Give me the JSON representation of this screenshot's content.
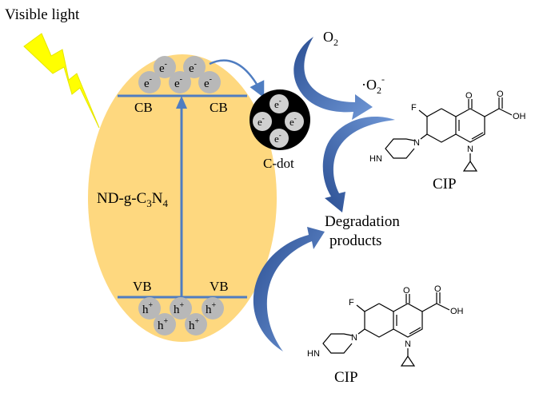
{
  "light_label": "Visible light",
  "catalyst": {
    "name_main": "ND-g-C",
    "name_sub1": "3",
    "name_mid": "N",
    "name_sub2": "4",
    "cb_left": "CB",
    "cb_right": "CB",
    "vb_left": "VB",
    "vb_right": "VB",
    "electron": "e",
    "electron_sup": "-",
    "hole": "h",
    "hole_sup": "+"
  },
  "cdot": {
    "label": "C-dot",
    "electron": "e",
    "electron_sup": "-"
  },
  "oxygen": {
    "o2_main": "O",
    "o2_sub": "2",
    "radical_pre": "·O",
    "radical_sub": "2",
    "radical_sup": "-"
  },
  "products": {
    "line1": "Degradation",
    "line2": "products"
  },
  "cip_label_top": "CIP",
  "cip_label_bottom": "CIP",
  "molecule_atoms": {
    "f": "F",
    "o": "O",
    "oh": "OH",
    "n": "N",
    "hn": "HN"
  },
  "colors": {
    "catalyst_fill": "#fed87f",
    "band_line": "#4f7dc1",
    "particle": "#b8b8b8",
    "curve_arrow": "#3f63a8",
    "bolt": "#ffff00"
  }
}
